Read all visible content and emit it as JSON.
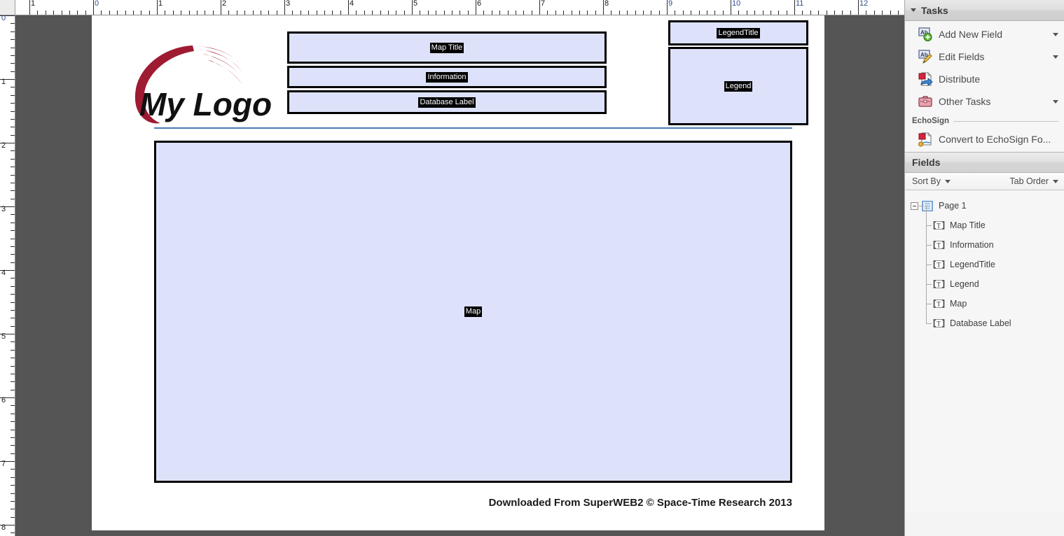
{
  "rulers": {
    "horizontal_labels": [
      "1",
      "0",
      "1",
      "2",
      "3",
      "4",
      "5",
      "6",
      "7",
      "8",
      "9",
      "10",
      "11",
      "12"
    ],
    "vertical_labels": [
      "0",
      "1",
      "2",
      "3",
      "4",
      "5",
      "6",
      "7",
      "8"
    ],
    "origin_label": "0",
    "unit": "inches"
  },
  "document": {
    "logo_text": "My Logo",
    "footer": "Downloaded From SuperWEB2 © Space-Time Research 2013",
    "fields": [
      {
        "id": "map-title",
        "label": "Map Title"
      },
      {
        "id": "information",
        "label": "Information"
      },
      {
        "id": "database-label",
        "label": "Database Label"
      },
      {
        "id": "legend-title",
        "label": "LegendTitle"
      },
      {
        "id": "legend",
        "label": "Legend"
      },
      {
        "id": "map",
        "label": "Map"
      }
    ]
  },
  "tasks_panel": {
    "title": "Tasks",
    "items": [
      {
        "label": "Add New Field",
        "icon": "add-field-icon",
        "has_dropdown": true
      },
      {
        "label": "Edit Fields",
        "icon": "edit-fields-icon",
        "has_dropdown": true
      },
      {
        "label": "Distribute",
        "icon": "distribute-icon",
        "has_dropdown": false
      },
      {
        "label": "Other Tasks",
        "icon": "briefcase-icon",
        "has_dropdown": true
      }
    ],
    "group": {
      "label": "EchoSign",
      "items": [
        {
          "label": "Convert to EchoSign Fo...",
          "icon": "echosign-icon",
          "has_dropdown": false
        }
      ]
    }
  },
  "fields_panel": {
    "title": "Fields",
    "sort_by_label": "Sort By",
    "tab_order_label": "Tab Order",
    "tree": {
      "root": {
        "label": "Page 1",
        "icon": "page-icon",
        "expanded": true
      },
      "children": [
        {
          "label": "Map Title",
          "icon": "text-field-icon"
        },
        {
          "label": "Information",
          "icon": "text-field-icon"
        },
        {
          "label": "LegendTitle",
          "icon": "text-field-icon"
        },
        {
          "label": "Legend",
          "icon": "text-field-icon"
        },
        {
          "label": "Map",
          "icon": "text-field-icon"
        },
        {
          "label": "Database Label",
          "icon": "text-field-icon"
        }
      ]
    }
  },
  "colors": {
    "field_fill": "#dde2fa",
    "field_border": "#000000",
    "canvas_bg": "#555555",
    "page_bg": "#ffffff",
    "divider": "#4a7ab5",
    "logo_red": "#9e1b32",
    "panel_bg": "#f4f4f4"
  }
}
